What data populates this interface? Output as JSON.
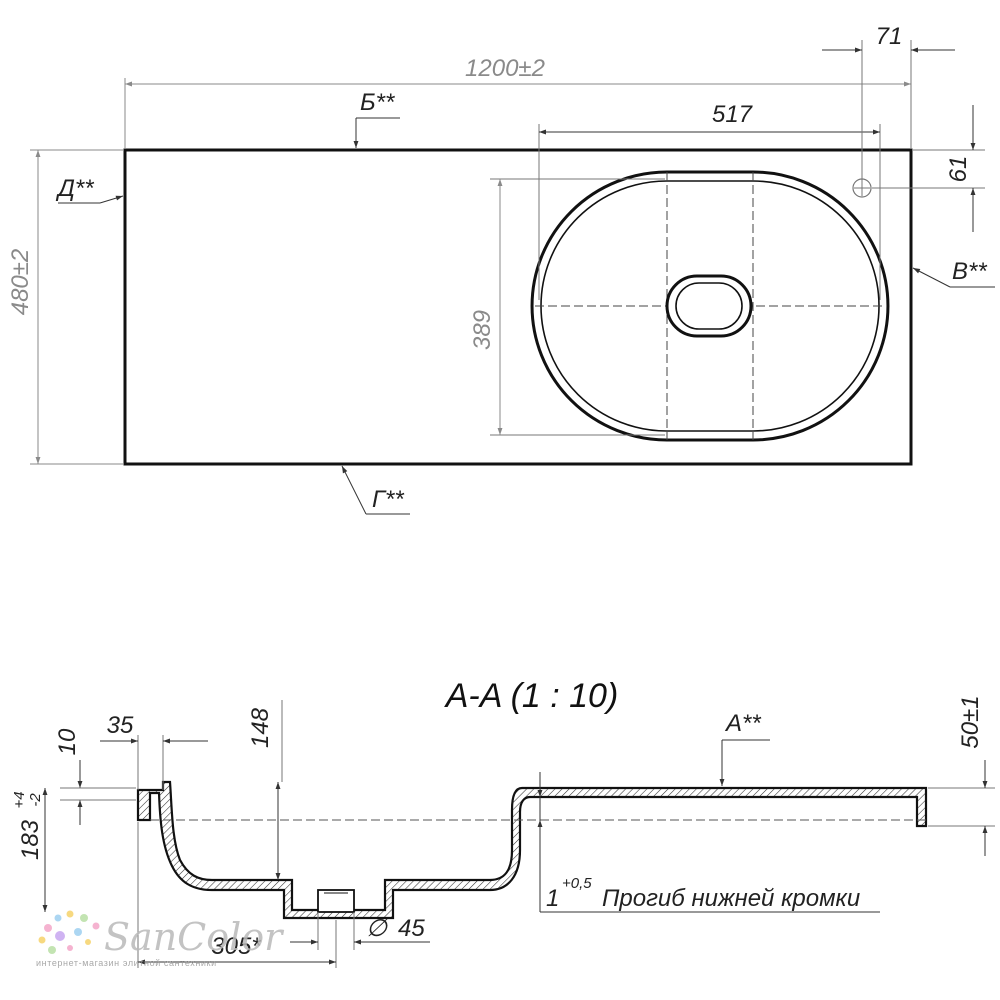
{
  "top_view": {
    "width_dim": "1200±2",
    "depth_dim": "480±2",
    "basin_width_dim": "517",
    "basin_depth_dim": "389",
    "offset_right_dim": "71",
    "offset_top_dim": "61",
    "edge_labels": {
      "b": "Б**",
      "d": "Д**",
      "v": "В**",
      "g": "Г**"
    }
  },
  "section": {
    "title": "A-A (1 : 10)",
    "dim_10": "10",
    "dim_35": "35",
    "dim_148": "148",
    "dim_50": "50±1",
    "dim_183": "183",
    "dim_183_tol_upper": "+4",
    "dim_183_tol_lower": "-2",
    "dim_305": "305*",
    "dim_drain": "45",
    "drain_symbol": "∅",
    "edge_label_a": "A**",
    "note_value": "1",
    "note_tolerance": "+0,5",
    "note_text": "Прогиб нижней кромки"
  },
  "watermark": {
    "brand": "SanColor",
    "tagline": "интернет-магазин элитной сантехники"
  },
  "colors": {
    "line": "#111111",
    "dimension": "#8a8a8a",
    "hatch": "#333333"
  }
}
